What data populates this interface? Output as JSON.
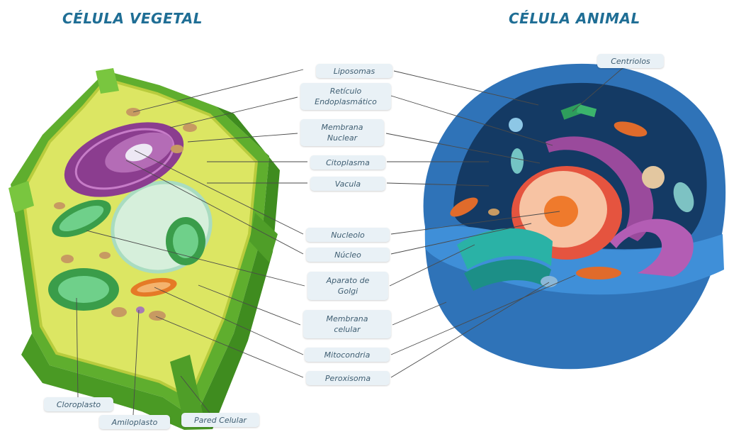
{
  "titles": {
    "plant": "CÉLULA VEGETAL",
    "animal": "CÉLULA ANIMAL"
  },
  "center_labels": {
    "liposomas": "Liposomas",
    "reticulo": "Retículo\nEndoplasmático",
    "membrana_nuclear": "Membrana\nNuclear",
    "citoplasma": "Citoplasma",
    "vacuola": "Vacula",
    "nucleolo": "Nucleolo",
    "nucleo": "Núcleo",
    "golgi": "Aparato de\nGolgi",
    "membrana_celular": "Membrana\ncelular",
    "mitocondria": "Mitocondria",
    "peroxisoma": "Peroxisoma"
  },
  "plant_labels": {
    "cloroplasto": "Cloroplasto",
    "amiloplasto": "Amiloplasto",
    "pared_celular": "Pared Celular"
  },
  "animal_labels": {
    "centriolos": "Centriolos"
  },
  "colors": {
    "title": "#1f6e95",
    "label_bg": "#e9f1f6",
    "label_text": "#3f5e72",
    "plant_wall": "#6cbd36",
    "plant_cytoplasm": "#dfe766",
    "animal_membrane": "#2f73b8",
    "animal_inner": "#143a64",
    "nucleus": "#f6b38f",
    "nucleolus": "#ef7a2c",
    "golgi": "#2ab2a6",
    "er": "#a34ba3"
  }
}
